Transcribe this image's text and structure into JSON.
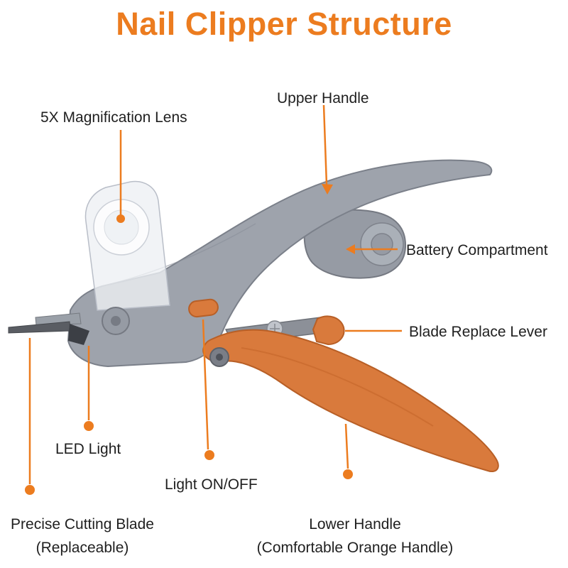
{
  "title": "Nail Clipper Structure",
  "colors": {
    "accent": "#EC7C1F",
    "label_text": "#1F1F1F",
    "handle_gray": "#9EA3AC",
    "handle_gray_dark": "#7B808A",
    "handle_orange": "#D97A3C",
    "handle_orange_dark": "#B85F26",
    "metal": "#8C9098",
    "background": "#FFFFFF"
  },
  "labels": {
    "magnification_lens": "5X Magnification Lens",
    "upper_handle": "Upper Handle",
    "battery_compartment": "Battery Compartment",
    "blade_replace_lever": "Blade Replace Lever",
    "led_light": "LED Light",
    "light_on_off": "Light ON/OFF",
    "cutting_blade": {
      "line1": "Precise Cutting Blade",
      "line2": "(Replaceable)"
    },
    "lower_handle": {
      "line1": "Lower Handle",
      "line2": "(Comfortable Orange Handle)"
    }
  }
}
